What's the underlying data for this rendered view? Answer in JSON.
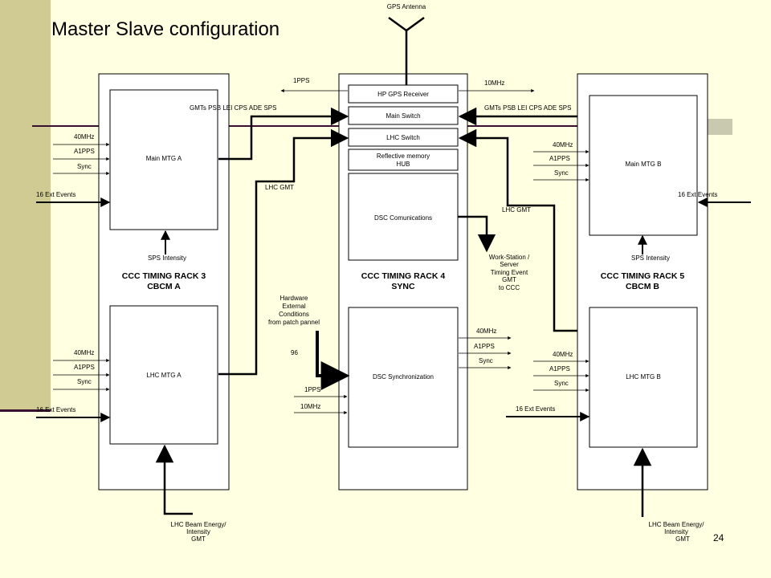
{
  "title": "Master Slave configuration",
  "page_number": "24",
  "colors": {
    "background": "#ffffe1",
    "left_band": "#cfcb92",
    "accent_line": "#3a1030"
  },
  "diagram": {
    "gps_antenna": "GPS Antenna",
    "rack3": {
      "label_line1": "CCC TIMING RACK 3",
      "label_line2": "CBCM A",
      "main_mtg": "Main MTG A",
      "lhc_mtg": "LHC MTG A",
      "inputs_main": [
        "40MHz",
        "A1PPS",
        "Sync"
      ],
      "inputs_lhc": [
        "40MHz",
        "A1PPS",
        "Sync"
      ],
      "ext_events_top": "16 Ext Events",
      "ext_events_bottom": "16 Ext Events",
      "sps_intensity": "SPS Intensity",
      "beam_energy_lines": [
        "LHC Beam Energy/",
        "Intensity",
        "GMT"
      ]
    },
    "rack4": {
      "label_line1": "CCC TIMING RACK 4",
      "label_line2": "SYNC",
      "hp_gps": "HP GPS Receiver",
      "main_switch": "Main Switch",
      "lhc_switch": "LHC Switch",
      "reflective_memory_lines": [
        "Reflective memory",
        "HUB"
      ],
      "dsc_comm": "DSC Comunications",
      "dsc_sync": "DSC Synchronization",
      "out_1pps": "1PPS",
      "out_10mhz": "10MHz",
      "in_1pps": "1PPS",
      "in_10mhz": "10MHz",
      "outputs_sync": [
        "40MHz",
        "A1PPS",
        "Sync"
      ],
      "hardware_lines": [
        "Hardware",
        "External",
        "Conditions",
        "from patch pannel"
      ],
      "hw_count": "96",
      "workstation_lines": [
        "Work-Station /",
        "Server",
        "Timing Event",
        "GMT",
        "to CCC"
      ]
    },
    "rack5": {
      "label_line1": "CCC TIMING RACK 5",
      "label_line2": "CBCM B",
      "main_mtg": "Main MTG B",
      "lhc_mtg": "LHC MTG B",
      "inputs_main": [
        "40MHz",
        "A1PPS",
        "Sync"
      ],
      "inputs_lhc": [
        "40MHz",
        "A1PPS",
        "Sync"
      ],
      "ext_events_top": "16 Ext Events",
      "ext_events_bottom": "16 Ext Events",
      "sps_intensity": "SPS Intensity",
      "beam_energy_lines": [
        "LHC Beam Energy/",
        "Intensity",
        "GMT"
      ]
    },
    "gmts_left": "GMTs PSB LEI CPS ADE SPS",
    "gmts_right": "GMTs PSB LEI CPS ADE SPS",
    "lhc_gmt_left": "LHC GMT",
    "lhc_gmt_right": "LHC GMT"
  }
}
